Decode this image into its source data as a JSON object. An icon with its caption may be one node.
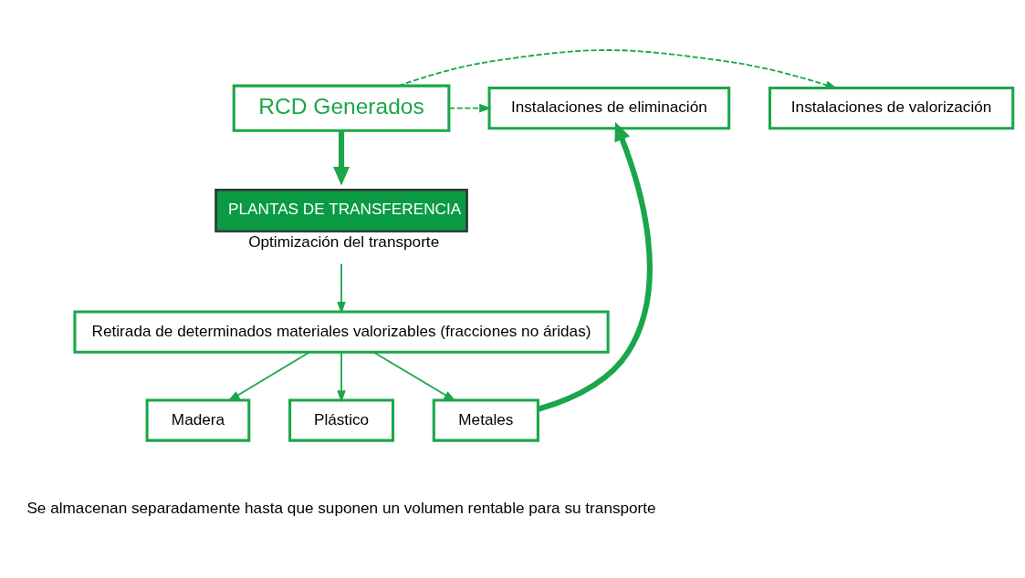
{
  "diagram": {
    "nodes": [
      {
        "text": [
          "RCD Generados"
        ]
      },
      {
        "text": [
          "Instalaciones de valorización"
        ]
      },
      {
        "text": [
          "Instalaciones de eliminación"
        ]
      },
      {
        "text": [
          "PLANTAS DE TRANSFERENCIA"
        ],
        "beside": [
          "Optimización del transporte"
        ]
      },
      {
        "text": [
          "Retirada de determinados materiales valorizables (fracciones no áridas)"
        ]
      },
      {
        "text": [
          "Madera"
        ]
      },
      {
        "text": [
          "Plástico"
        ]
      },
      {
        "text": [
          "Metales"
        ]
      }
    ],
    "edges": [
      {
        "from": 0,
        "to": 1,
        "arrow": "to",
        "style": "dashed"
      },
      {
        "from": 0,
        "to": 2,
        "arrow": "to",
        "style": "dashed"
      },
      {
        "from": 0,
        "to": 3,
        "arrow": "to",
        "style": "thick"
      },
      {
        "from": 3,
        "to": 4,
        "arrow": "to"
      },
      {
        "from": 4,
        "to": 5,
        "arrow": "to"
      },
      {
        "from": 4,
        "to": 6,
        "arrow": "to"
      },
      {
        "from": 4,
        "to": 7,
        "arrow": "to"
      },
      {
        "from": 7,
        "to": 2,
        "arrow": "to",
        "style": "thick"
      }
    ],
    "labels": [
      "Se almacenan separadamente hasta que suponen un volumen rentable para su transporte"
    ]
  }
}
